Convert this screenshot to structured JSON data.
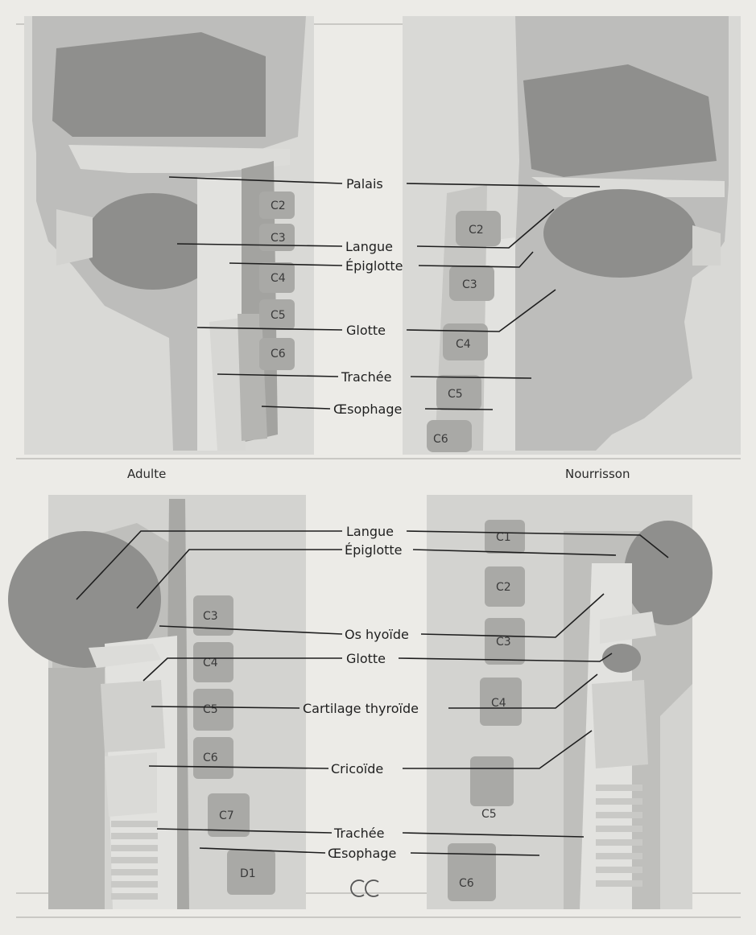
{
  "top": {
    "labels": {
      "palais": "Palais",
      "langue": "Langue",
      "epiglotte": "Épiglotte",
      "glotte": "Glotte",
      "trachee": "Trachée",
      "oesophage": "Œsophage"
    },
    "adult_vertebrae": [
      "C2",
      "C3",
      "C4",
      "C5",
      "C6"
    ],
    "infant_vertebrae": [
      "C2",
      "C3",
      "C4",
      "C5",
      "C6"
    ],
    "caption_left": "Adulte",
    "caption_right": "Nourrisson"
  },
  "bottom": {
    "labels": {
      "langue": "Langue",
      "epiglotte": "Épiglotte",
      "os_hyoide": "Os hyoïde",
      "glotte": "Glotte",
      "cartilage": "Cartilage thyroïde",
      "cricoide": "Cricoïde",
      "trachee": "Trachée",
      "oesophage": "Œsophage"
    },
    "adult_vertebrae": [
      "C3",
      "C4",
      "C5",
      "C6",
      "C7",
      "D1"
    ],
    "infant_vertebrae": [
      "C1",
      "C2",
      "C3",
      "C4",
      "C5",
      "C6"
    ]
  },
  "colors": {
    "tissue": "#c7c7c5",
    "dark": "#8c8c8a",
    "airway": "#e4e4e1",
    "bone": "#d8d8d5",
    "vertebra": "#a9a9a6"
  }
}
